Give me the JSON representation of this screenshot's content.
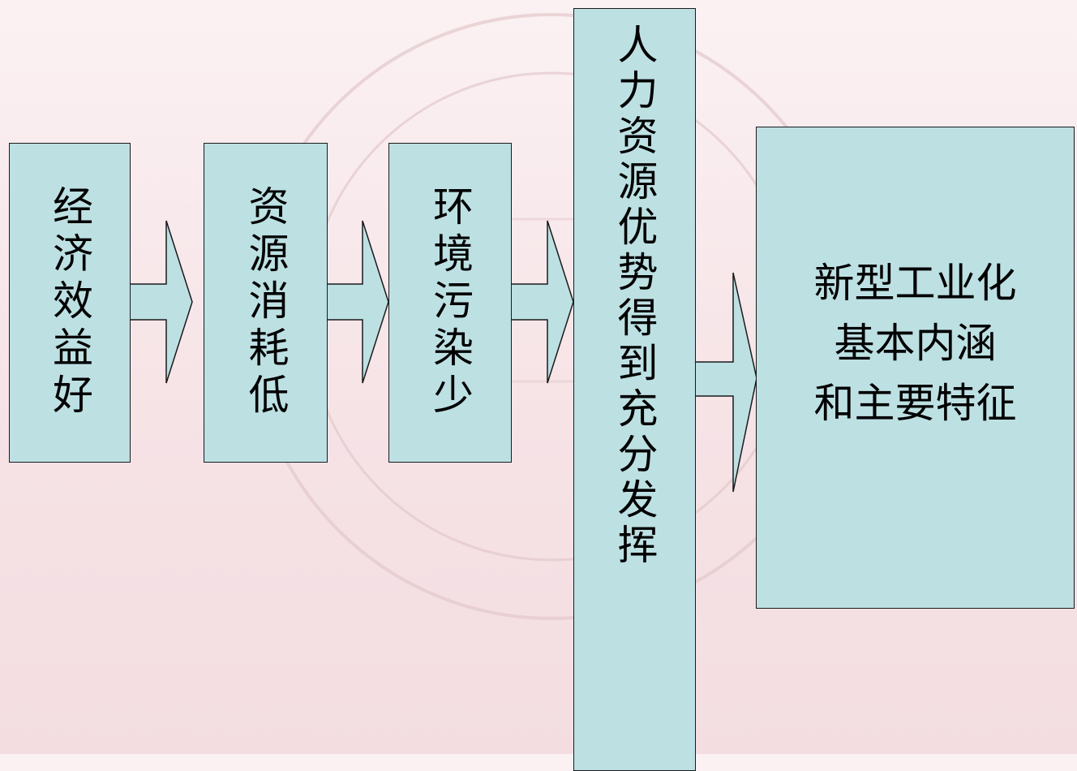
{
  "boxes": {
    "economic": "经济效益好",
    "resource": "资源消耗低",
    "environment": "环境污染少",
    "human": "人力资源优势得到充分发挥"
  },
  "target": {
    "lines": [
      "新型工业化",
      "基本内涵",
      "和主要特征"
    ]
  },
  "colors": {
    "box_fill": "#bde0e3",
    "box_border": "#1a1a1a",
    "background": "#f6e3e6"
  }
}
